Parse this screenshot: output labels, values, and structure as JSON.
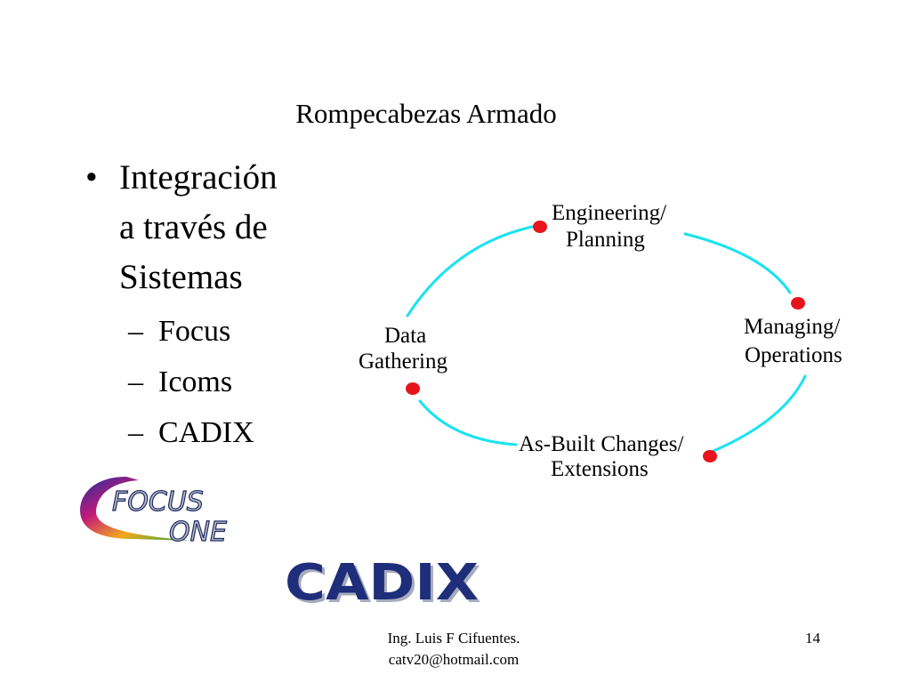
{
  "slide": {
    "title": "Rompecabezas Armado",
    "bullet_main_lines": [
      "Integración",
      "a través de",
      "Sistemas"
    ],
    "bullet_symbol": "•",
    "dash_symbol": "–",
    "sub_bullets": [
      "Focus",
      "Icoms",
      "CADIX"
    ]
  },
  "diagram": {
    "nodes": [
      {
        "lines": [
          "Engineering/",
          "Planning"
        ]
      },
      {
        "lines": [
          "Managing/",
          "Operations"
        ]
      },
      {
        "lines": [
          "As-Built Changes/",
          "Extensions"
        ]
      },
      {
        "lines": [
          "Data",
          "Gathering"
        ]
      }
    ],
    "cycle_color": "#19e3ef",
    "node_dot_color": "#e8141b"
  },
  "logos": {
    "focus_one": [
      "FOCUS",
      "ONE"
    ],
    "cadix": "CADIX"
  },
  "footer": {
    "author": "Ing. Luis F Cifuentes.",
    "email": "catv20@hotmail.com",
    "page_number": "14"
  }
}
